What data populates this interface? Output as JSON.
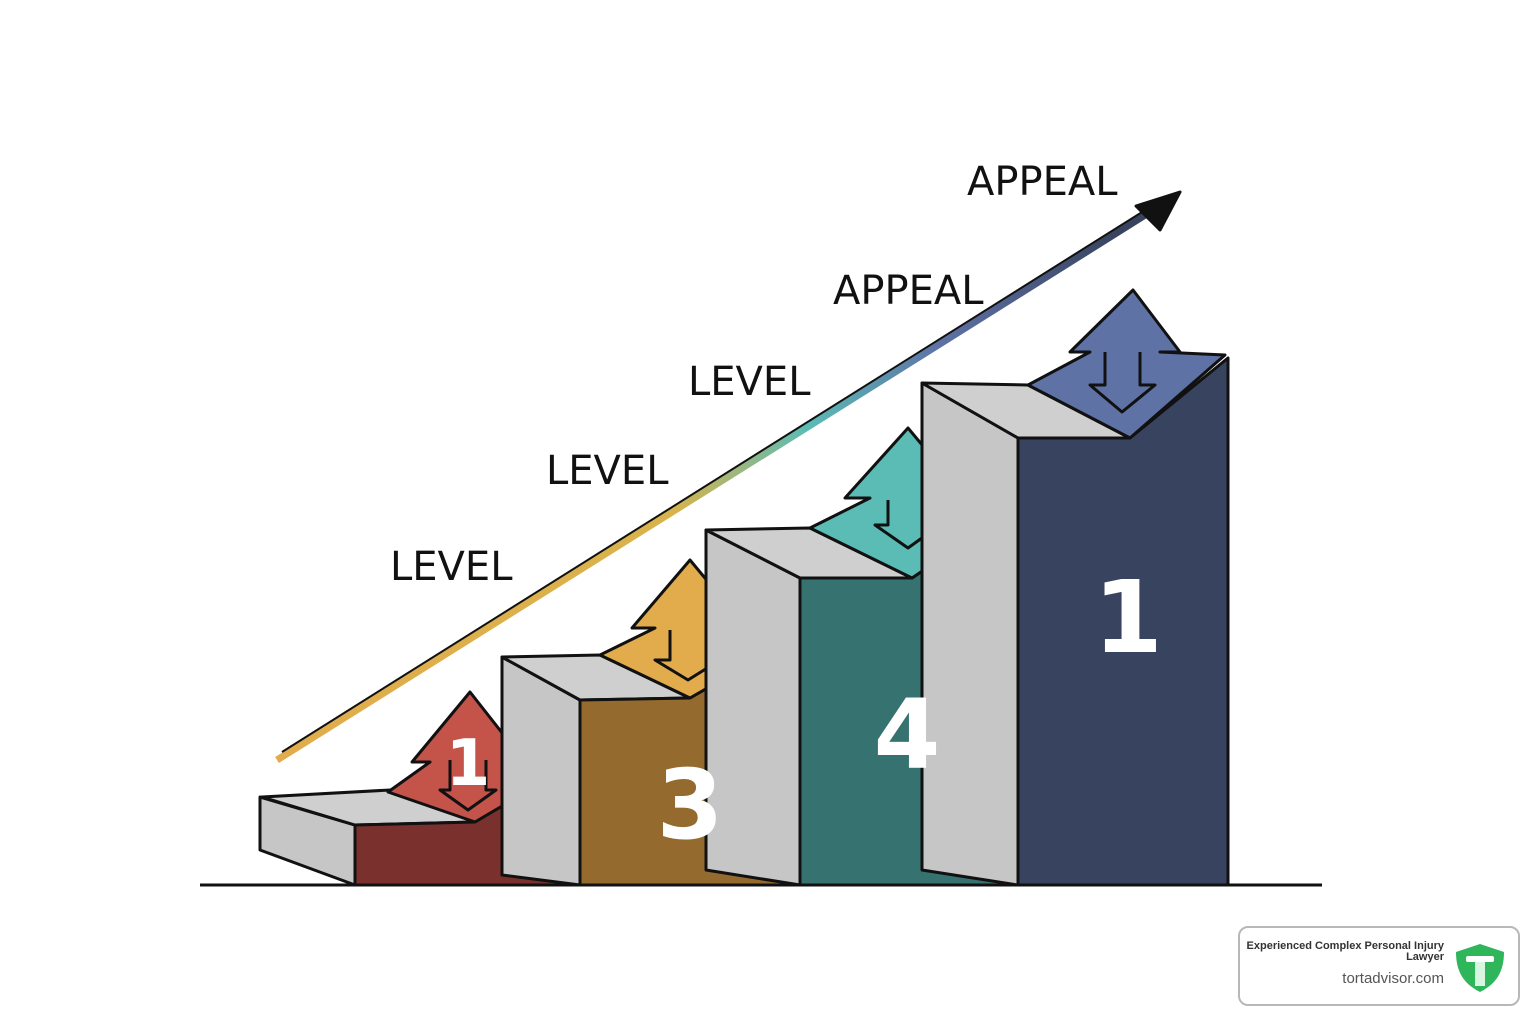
{
  "labels": {
    "level_1": "LEVEL",
    "level_2": "LEVEL",
    "level_3": "LEVEL",
    "appeal_1": "APPEAL",
    "appeal_2": "APPEAL"
  },
  "steps": [
    {
      "number": "1",
      "color": "#7a312d",
      "arrow_color": "#c4534a"
    },
    {
      "number": "3",
      "color": "#946a2e",
      "arrow_color": "#e2ac4c"
    },
    {
      "number": "4",
      "color": "#357270",
      "arrow_color": "#5bbcb5"
    },
    {
      "number": "1",
      "color": "#38445f",
      "arrow_color": "#5e72a6"
    }
  ],
  "badge": {
    "title": "Experienced Complex Personal Injury Lawyer",
    "site": "tortadvisor.com",
    "shield_color": "#2fb55a"
  }
}
